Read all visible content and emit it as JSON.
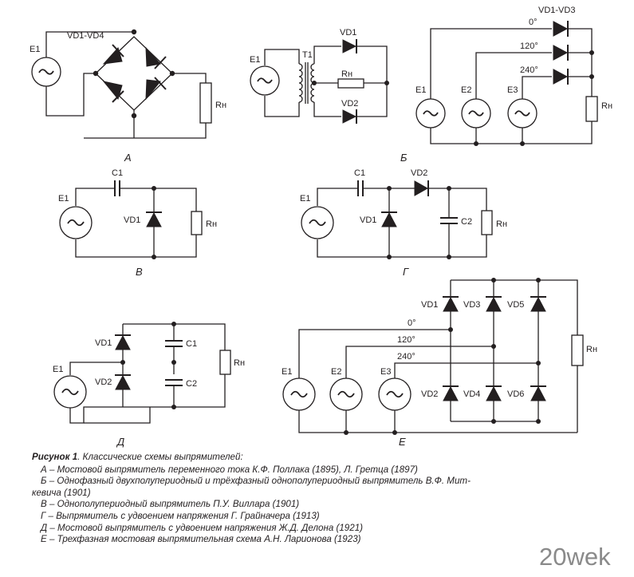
{
  "labels": {
    "E1": "E1",
    "E2": "E2",
    "E3": "E3",
    "VD1": "VD1",
    "VD2": "VD2",
    "VD3": "VD3",
    "VD4": "VD4",
    "VD5": "VD5",
    "VD6": "VD6",
    "VD1_VD4": "VD1-VD4",
    "VD1_VD3": "VD1-VD3",
    "C1": "C1",
    "C2": "C2",
    "T1": "T1",
    "Rn": "Rн",
    "deg0": "0°",
    "deg120": "120°",
    "deg240": "240°"
  },
  "panels": {
    "A": "А",
    "B": "Б",
    "V": "В",
    "G": "Г",
    "D": "Д",
    "E": "Е"
  },
  "caption": {
    "title_bold": "Рисунок 1",
    "title_rest": ". Классические схемы выпрямителей:",
    "items": [
      "А – Мостовой выпрямитель переменного тока К.Ф. Поллака (1895), Л. Гретца (1897)",
      "Б – Однофазный двухполупериодный и трёхфазный однополупериодный выпрямитель В.Ф. Мит-",
      "кевича (1901)",
      "В – Однополупериодный выпрямитель П.У. Виллара (1901)",
      "Г – Выпрямитель с удвоением напряжения Г. Грайначера (1913)",
      "Д – Мостовой выпрямитель с удвоением напряжения Ж.Д. Делона (1921)",
      "Е – Трехфазная мостовая выпрямительная схема А.Н. Ларионова (1923)"
    ]
  },
  "watermark": "20wek"
}
